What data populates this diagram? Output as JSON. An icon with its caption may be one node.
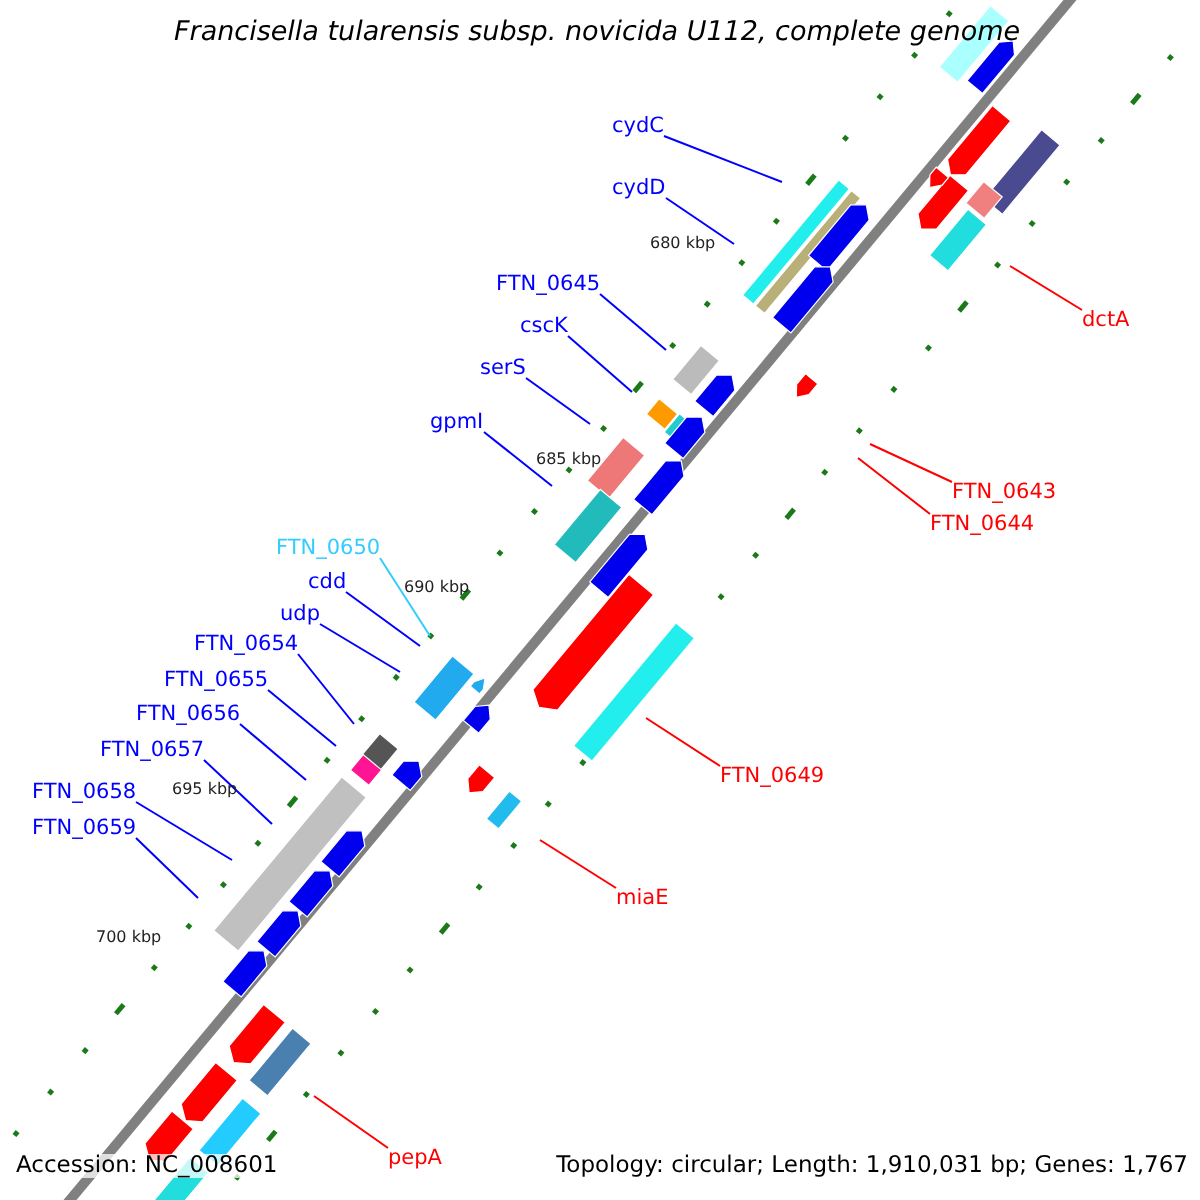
{
  "diagram": {
    "title": "Francisella tularensis subsp. novicida U112, complete genome",
    "nodes": [
      {
        "text": [
          "cydC"
        ]
      },
      {
        "text": [
          "cydD"
        ]
      },
      {
        "text": [
          "FTN_0645"
        ]
      },
      {
        "text": [
          "cscK"
        ]
      },
      {
        "text": [
          "serS"
        ]
      },
      {
        "text": [
          "gpmI"
        ]
      },
      {
        "text": [
          "FTN_0650"
        ]
      },
      {
        "text": [
          "cdd"
        ]
      },
      {
        "text": [
          "udp"
        ]
      },
      {
        "text": [
          "FTN_0654"
        ]
      },
      {
        "text": [
          "FTN_0655"
        ]
      },
      {
        "text": [
          "FTN_0656"
        ]
      },
      {
        "text": [
          "FTN_0657"
        ]
      },
      {
        "text": [
          "FTN_0658"
        ]
      },
      {
        "text": [
          "FTN_0659"
        ]
      },
      {
        "text": [
          "dctA"
        ]
      },
      {
        "text": [
          "FTN_0643"
        ]
      },
      {
        "text": [
          "FTN_0644"
        ]
      },
      {
        "text": [
          "FTN_0649"
        ]
      },
      {
        "text": [
          "miaE"
        ]
      },
      {
        "text": [
          "pepA"
        ]
      }
    ],
    "edges": [
      {
        "from": 0,
        "to": null,
        "arrow": "none"
      },
      {
        "from": 1,
        "to": null,
        "arrow": "none"
      },
      {
        "from": 2,
        "to": null,
        "arrow": "none"
      },
      {
        "from": 3,
        "to": null,
        "arrow": "none"
      },
      {
        "from": 4,
        "to": null,
        "arrow": "none"
      },
      {
        "from": 5,
        "to": null,
        "arrow": "none"
      },
      {
        "from": 6,
        "to": null,
        "arrow": "none",
        "color": "#33ccff"
      },
      {
        "from": 7,
        "to": null,
        "arrow": "none"
      },
      {
        "from": 8,
        "to": null,
        "arrow": "none"
      },
      {
        "from": 9,
        "to": null,
        "arrow": "none"
      },
      {
        "from": 10,
        "to": null,
        "arrow": "none"
      },
      {
        "from": 11,
        "to": null,
        "arrow": "none"
      },
      {
        "from": 12,
        "to": null,
        "arrow": "none"
      },
      {
        "from": 13,
        "to": null,
        "arrow": "none"
      },
      {
        "from": 14,
        "to": null,
        "arrow": "none"
      },
      {
        "from": 15,
        "to": null,
        "arrow": "none",
        "color": "#ff0000"
      },
      {
        "from": 16,
        "to": null,
        "arrow": "none",
        "color": "#ff0000"
      },
      {
        "from": 17,
        "to": null,
        "arrow": "none",
        "color": "#ff0000"
      },
      {
        "from": 18,
        "to": null,
        "arrow": "none",
        "color": "#ff0000"
      },
      {
        "from": 19,
        "to": null,
        "arrow": "none",
        "color": "#ff0000"
      },
      {
        "from": 20,
        "to": null,
        "arrow": "none",
        "color": "#ff0000"
      }
    ],
    "labels": [
      "680 kbp",
      "685 kbp",
      "690 kbp",
      "695 kbp",
      "700 kbp",
      "Accession: NC_008601",
      "Topology: circular; Length: 1,910,031 bp; Genes: 1,767"
    ]
  }
}
